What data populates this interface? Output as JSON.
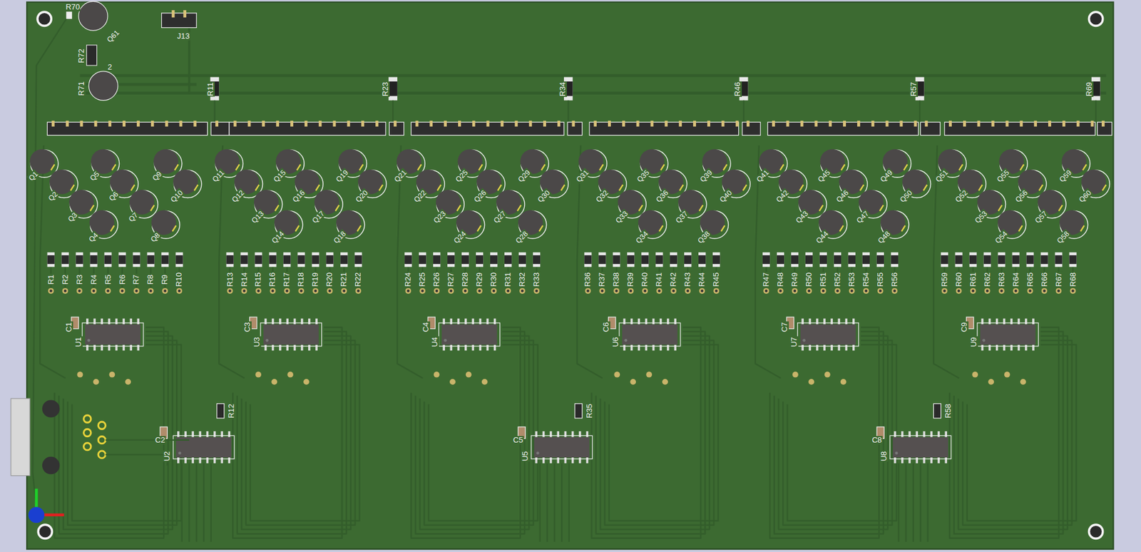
{
  "diagram": {
    "labels": [
      "R70",
      "Q61",
      "J13",
      "R72",
      "R71",
      "2",
      "R11",
      "R23",
      "R34",
      "R46",
      "R57",
      "R69",
      "Q1",
      "Q2",
      "Q3",
      "Q4",
      "Q5",
      "Q6",
      "Q7",
      "Q8",
      "Q9",
      "Q10",
      "R1",
      "R2",
      "R3",
      "R4",
      "R5",
      "R6",
      "R7",
      "R8",
      "R9",
      "R10",
      "C1",
      "U1",
      "Q11",
      "Q12",
      "Q13",
      "Q14",
      "Q15",
      "Q16",
      "Q17",
      "Q18",
      "Q19",
      "Q20",
      "R13",
      "R14",
      "R15",
      "R16",
      "R17",
      "R18",
      "R19",
      "R20",
      "R21",
      "R22",
      "C3",
      "U3",
      "Q21",
      "Q22",
      "Q23",
      "Q24",
      "Q25",
      "Q26",
      "Q27",
      "Q28",
      "Q29",
      "Q30",
      "R24",
      "R25",
      "R26",
      "R27",
      "R28",
      "R29",
      "R30",
      "R31",
      "R32",
      "R33",
      "C4",
      "U4",
      "Q31",
      "Q32",
      "Q33",
      "Q34",
      "Q35",
      "Q36",
      "Q37",
      "Q38",
      "Q39",
      "Q40",
      "R36",
      "R37",
      "R38",
      "R39",
      "R40",
      "R41",
      "R42",
      "R43",
      "R44",
      "R45",
      "C6",
      "U6",
      "Q41",
      "Q42",
      "Q43",
      "Q44",
      "Q45",
      "Q46",
      "Q47",
      "Q48",
      "Q49",
      "Q50",
      "R47",
      "R48",
      "R49",
      "R50",
      "R51",
      "R52",
      "R53",
      "R54",
      "R55",
      "R56",
      "C7",
      "U7",
      "Q51",
      "Q52",
      "Q53",
      "Q54",
      "Q55",
      "Q56",
      "Q57",
      "Q58",
      "Q59",
      "Q60",
      "R59",
      "R60",
      "R61",
      "R62",
      "R63",
      "R64",
      "R65",
      "R66",
      "R67",
      "R68",
      "C9",
      "U9",
      "C2",
      "U2",
      "R12",
      "C5",
      "U5",
      "R35",
      "C8",
      "U8",
      "R58"
    ]
  }
}
